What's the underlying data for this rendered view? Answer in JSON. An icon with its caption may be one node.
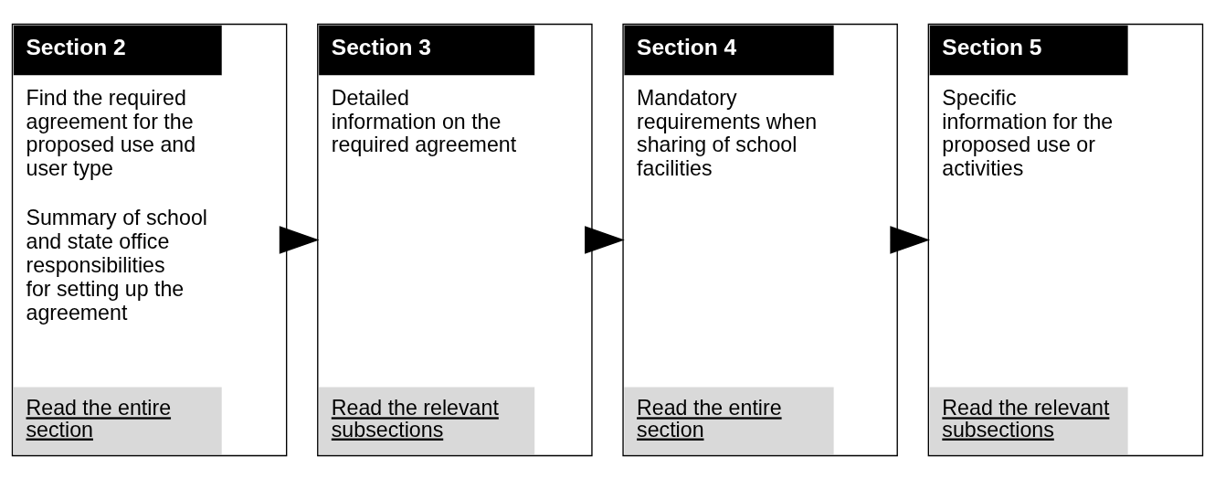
{
  "diagram": {
    "nodes": [
      {
        "text": [
          "Section 2",
          "Find the required agreement for the proposed use and user type",
          "Summary of school and state office responsibilities for setting up the agreement",
          "Read the entire section"
        ]
      },
      {
        "text": [
          "Section 3",
          "Detailed information on the required agreement",
          "Read the relevant subsections"
        ]
      },
      {
        "text": [
          "Section 4",
          "Mandatory requirements when sharing of school facilities",
          "Read the entire section"
        ]
      },
      {
        "text": [
          "Section 5",
          "Specific information for the proposed use or activities",
          "Read the relevant subsections"
        ]
      }
    ],
    "edges": [
      {
        "from": 0,
        "to": 1,
        "arrow": "to"
      },
      {
        "from": 1,
        "to": 2,
        "arrow": "to"
      },
      {
        "from": 2,
        "to": 3,
        "arrow": "to"
      }
    ]
  }
}
